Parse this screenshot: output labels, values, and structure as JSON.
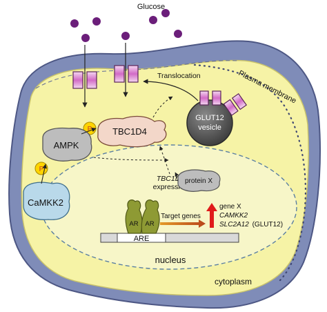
{
  "labels": {
    "glucose": "Glucose",
    "plasma_membrane": "Plasma membrane",
    "translocation": "Translocation",
    "glut12_vesicle_line1": "GLUT12",
    "glut12_vesicle_line2": "vesicle",
    "tbc1d4": "TBC1D4",
    "ampk": "AMPK",
    "camkk2": "CaMKK2",
    "phospho": "P",
    "tbc1d4_expression_line1": "TBC1D4",
    "tbc1d4_expression_line2": "expression",
    "protein_x": "protein X",
    "ar": "AR",
    "target_genes": "Target genes",
    "gene_x": "gene X",
    "camkk2_gene": "CAMKK2",
    "slc2a12_gene": "SLC2A12",
    "glut12_paren": "(GLUT12)",
    "are": "ARE",
    "nucleus": "nucleus",
    "cytoplasm": "cytoplasm"
  },
  "colors": {
    "cell_outer": "#7f8cb8",
    "cytoplasm": "#f6f3a6",
    "nucleus": "#f7f6c8",
    "tbc1d4": "#f3d7c9",
    "ampk": "#bdbdbd",
    "camkk2": "#b9d9ea",
    "phospho": "#ffd400",
    "glucose": "#6b1e7a",
    "glut12_vesicle": "#4a4a4a",
    "ar": "#8e9a34",
    "up_arrow": "#e01b1b",
    "target_arrow": "#c25a16"
  }
}
